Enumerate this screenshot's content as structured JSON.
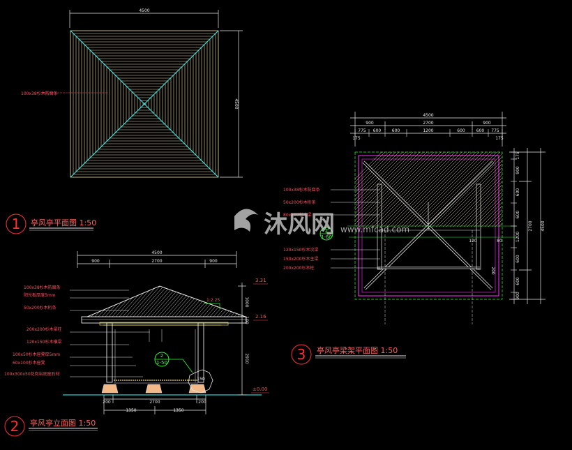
{
  "watermark": {
    "text": "沐风网",
    "url": "www.mfcad.com"
  },
  "plan_top": {
    "title": "亭风亭平面图 1:50",
    "number": "1",
    "dim_width": "4500",
    "dim_height": "4500",
    "note": "100x38杉木防腐条"
  },
  "elevation": {
    "title": "亭风亭立面图 1:50",
    "number": "2",
    "dim_total": "4500",
    "dim_segments": [
      "900",
      "2700",
      "900"
    ],
    "bottom_segments": [
      "200",
      "2700",
      "200"
    ],
    "bottom_segments2": [
      "1350",
      "1350"
    ],
    "heights": [
      "1000",
      "100",
      "2910"
    ],
    "levels": [
      "3.31",
      "2.16",
      "±0.00"
    ],
    "slope": "1:2.25",
    "detail_ref": "2",
    "detail_sheet": "1-50",
    "notes": [
      "100x38杉木防腐条",
      "阳光板厚度5mm",
      "50x200杉木桁条",
      "200x200杉木梁柱",
      "120x150杉木横梁",
      "100x50杉木座凳厚5mm",
      "60x100杉木座凳",
      "100x300x50花岗岩底座石材"
    ],
    "col_label": "150"
  },
  "plan_frame": {
    "title": "亭风亭梁架平面图 1:50",
    "number": "3",
    "dim_total": "4500",
    "dim_row1": [
      "900",
      "2700",
      "900"
    ],
    "dim_row2": [
      "775",
      "600",
      "600",
      "1200",
      "600",
      "600",
      "775"
    ],
    "dim_row3": [
      "175",
      "175"
    ],
    "right_total": "4500",
    "right_mid": "2700",
    "right_segs": [
      "175",
      "900",
      "600",
      "600",
      "1200",
      "600",
      "600",
      "900",
      "175"
    ],
    "notes": [
      "100x38杉木防腐条",
      "50x200杉木桁条",
      "80x200杉木梁",
      "120x150杉木次梁",
      "150x200杉木主梁",
      "200x200杉木柱"
    ],
    "detail_ref": "2",
    "detail_sheet": "1-60",
    "marks": [
      "120",
      "80",
      "200"
    ]
  }
}
